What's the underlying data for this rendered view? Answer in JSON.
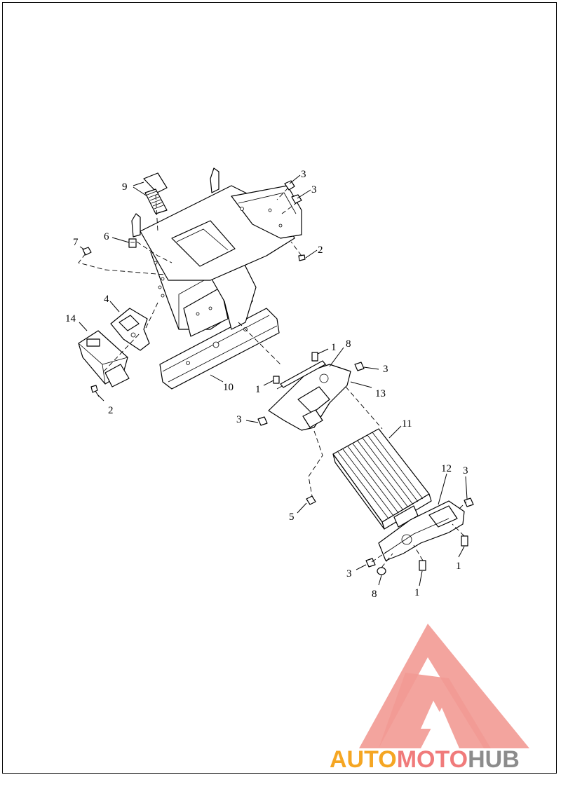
{
  "callouts": [
    {
      "id": "c9",
      "text": "9"
    },
    {
      "id": "c3a",
      "text": "3"
    },
    {
      "id": "c3b",
      "text": "3"
    },
    {
      "id": "c2a",
      "text": "2"
    },
    {
      "id": "c7",
      "text": "7"
    },
    {
      "id": "c6",
      "text": "6"
    },
    {
      "id": "c4",
      "text": "4"
    },
    {
      "id": "c14",
      "text": "14"
    },
    {
      "id": "c2b",
      "text": "2"
    },
    {
      "id": "c10",
      "text": "10"
    },
    {
      "id": "c1a",
      "text": "1"
    },
    {
      "id": "c8a",
      "text": "8"
    },
    {
      "id": "c3c",
      "text": "3"
    },
    {
      "id": "c1b",
      "text": "1"
    },
    {
      "id": "c13",
      "text": "13"
    },
    {
      "id": "c3d",
      "text": "3"
    },
    {
      "id": "c11",
      "text": "11"
    },
    {
      "id": "c12",
      "text": "12"
    },
    {
      "id": "c3e",
      "text": "3"
    },
    {
      "id": "c5",
      "text": "5"
    },
    {
      "id": "c1c",
      "text": "1"
    },
    {
      "id": "c3f",
      "text": "3"
    },
    {
      "id": "c8b",
      "text": "8"
    },
    {
      "id": "c1d",
      "text": "1"
    }
  ],
  "watermark": {
    "part1": "AUTO",
    "part2": "MOTO",
    "part3": "HUB",
    "color1": "#f5a623",
    "color2": "#f07b7b",
    "color3": "#8c8c8c",
    "logo_color": "#f29a94"
  }
}
